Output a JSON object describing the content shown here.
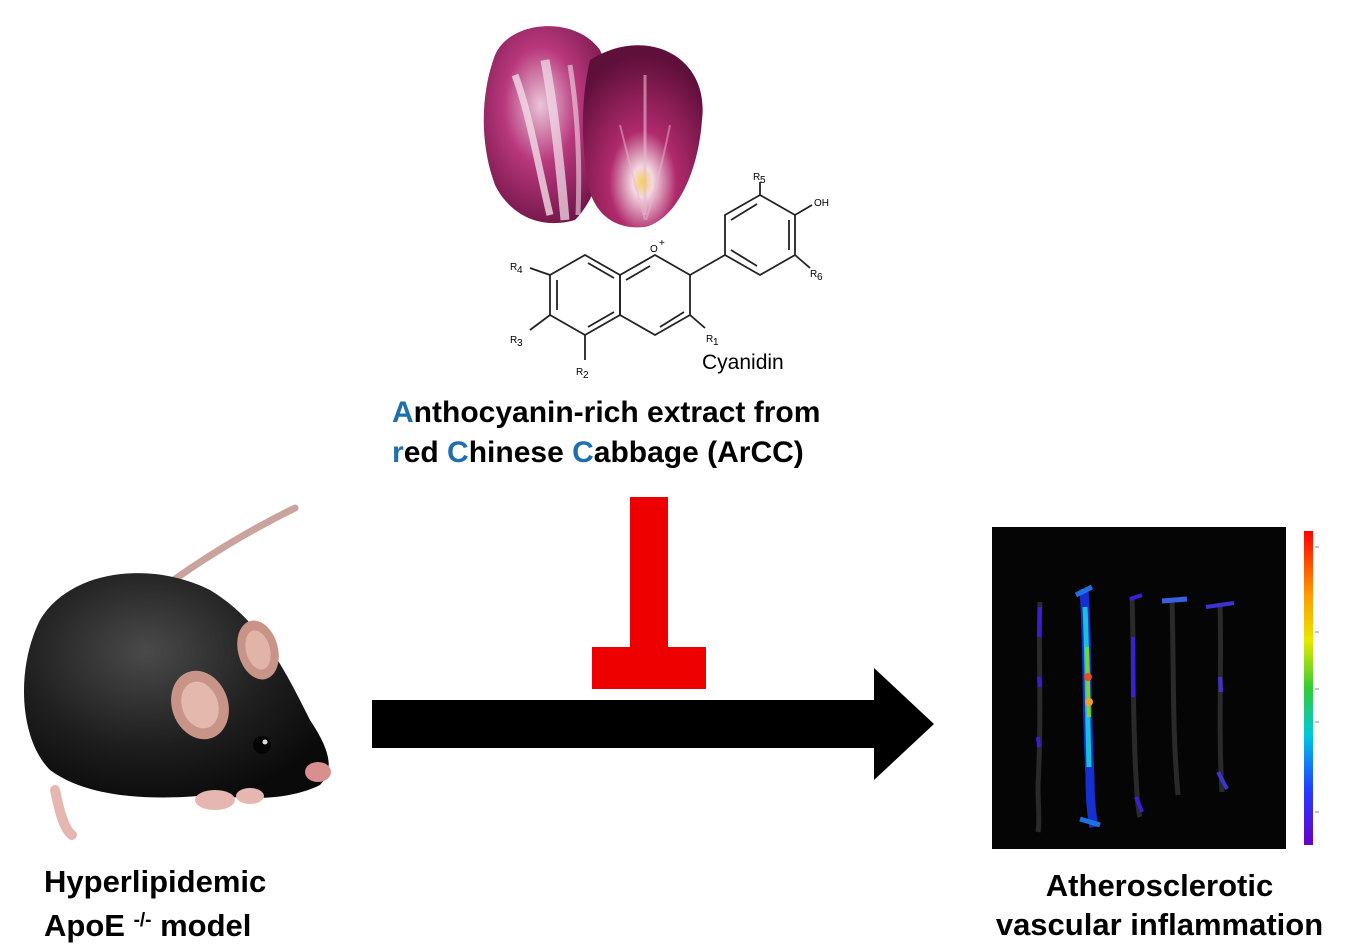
{
  "compound": {
    "name": "Cyanidin",
    "substituents": [
      "O+",
      "OH",
      "R1",
      "R2",
      "R3",
      "R4",
      "R5",
      "R6"
    ]
  },
  "extract_title": {
    "line1_accent": "A",
    "line1_rest": "nthocyanin-rich extract from",
    "line2_accent1": "r",
    "line2_mid1": "ed ",
    "line2_accent2": "C",
    "line2_mid2": "hinese ",
    "line2_accent3": "C",
    "line2_rest": "abbage (ArCC)"
  },
  "model": {
    "line1": "Hyperlipidemic",
    "line2_prefix": "ApoE ",
    "line2_sup": "-/-",
    "line2_suffix": " model"
  },
  "outcome": {
    "line1": "Atherosclerotic",
    "line2": "vascular inflammation"
  },
  "colors": {
    "accent": "#1f6fae",
    "inhibitor": "#ee0000",
    "arrow": "#000000"
  },
  "icons": [
    "red-chinese-cabbage-image",
    "cyanidin-structure",
    "mouse-image",
    "inhibition-symbol",
    "arrow-right-icon",
    "aorta-imaging-panel",
    "color-scale-bar"
  ]
}
